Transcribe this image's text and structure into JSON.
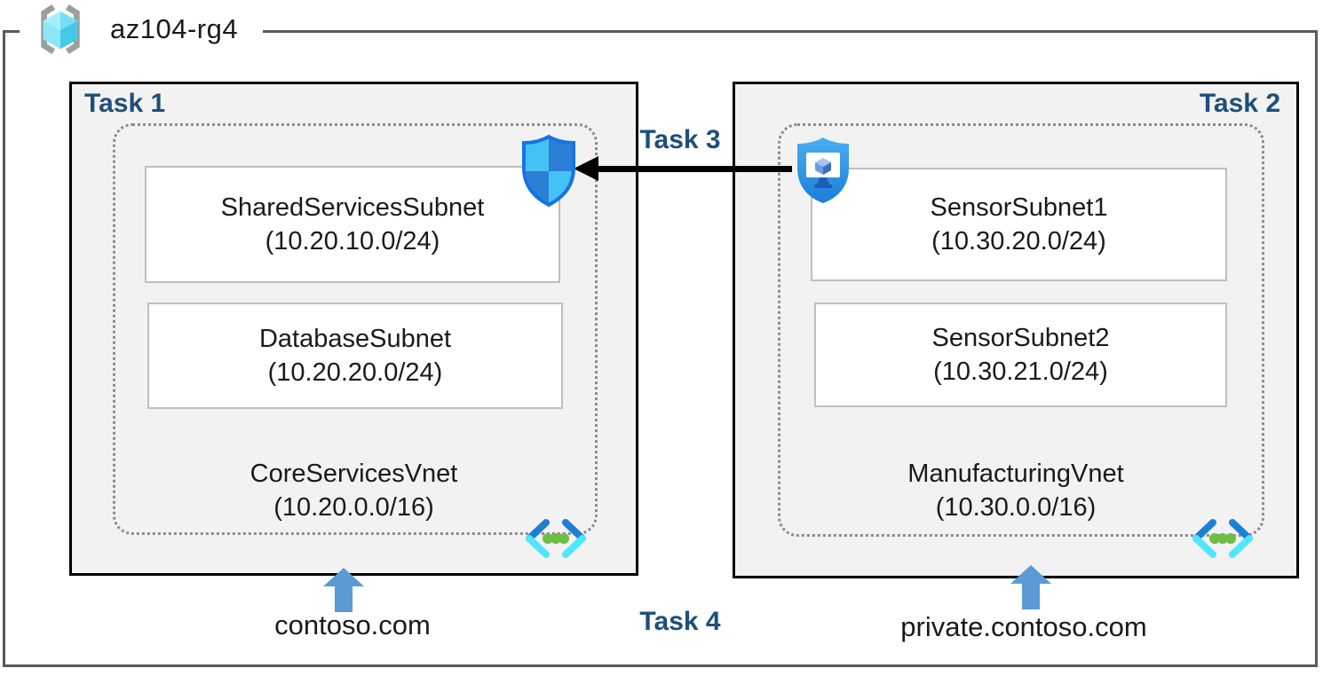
{
  "resource_group": {
    "name": "az104-rg4"
  },
  "tasks": {
    "task1": "Task 1",
    "task2": "Task 2",
    "task3": "Task 3",
    "task4": "Task 4"
  },
  "left_vnet": {
    "name": "CoreServicesVnet",
    "cidr": "(10.20.0.0/16)",
    "dns_label": "contoso.com",
    "subnets": [
      {
        "name": "SharedServicesSubnet",
        "cidr": "(10.20.10.0/24)"
      },
      {
        "name": "DatabaseSubnet",
        "cidr": "(10.20.20.0/24)"
      }
    ]
  },
  "right_vnet": {
    "name": "ManufacturingVnet",
    "cidr": "(10.30.0.0/16)",
    "dns_label": "private.contoso.com",
    "subnets": [
      {
        "name": "SensorSubnet1",
        "cidr": "(10.30.20.0/24)"
      },
      {
        "name": "SensorSubnet2",
        "cidr": "(10.30.21.0/24)"
      }
    ]
  },
  "icons": {
    "resource_group": "resource-group-icon",
    "left_shield": "network-security-group-shield-icon",
    "right_shield": "bastion-monitor-shield-icon",
    "vnet": "virtual-network-icon",
    "up_arrow": "blue-up-arrow-icon",
    "peering_arrow": "black-left-arrow"
  },
  "colors": {
    "task_label": "#1F4E79",
    "outer_border": "#595959",
    "box_fill": "#F2F2F2",
    "box_border": "#000000",
    "subnet_border": "#BFBFBF",
    "dotted_border": "#8C8C8C",
    "arrow_black": "#000000",
    "arrow_blue": "#5B9BD5",
    "azure_blue": "#1E8CE3",
    "azure_cyan": "#50E6FF",
    "azure_green": "#6CBE45"
  }
}
